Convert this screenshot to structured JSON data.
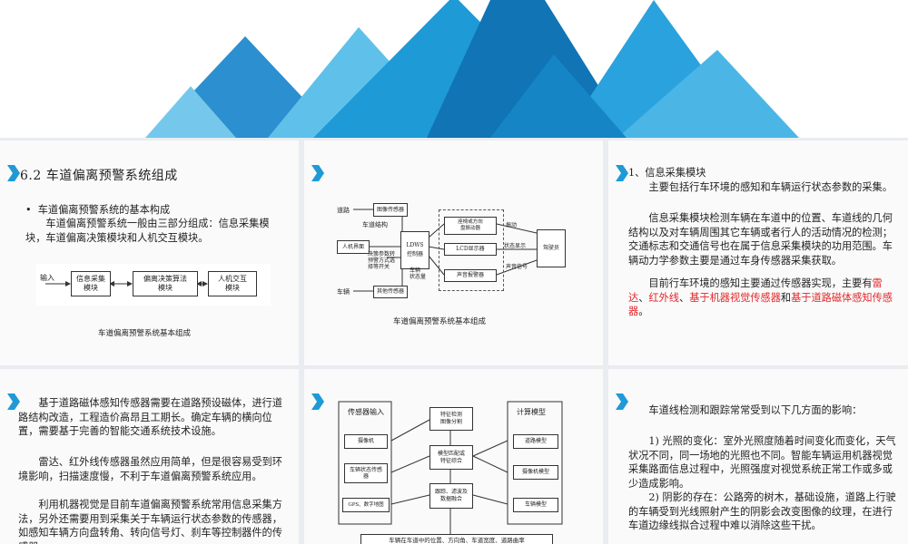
{
  "theme": {
    "accent": "#1e9ad6",
    "accent_dark": "#1074b5",
    "accent_light": "#5fc1ea",
    "highlight": "#e0282c"
  },
  "panel1": {
    "heading": "6.2  车道偏离预警系统组成",
    "bullet": "车道偏离预警系统的基本构成",
    "paragraph": "车道偏离预警系统一般由三部分组成：信息采集模块，车道偏离决策模块和人机交互模块。",
    "diagram": {
      "input_label": "输入",
      "box1": "信息采集\n模块",
      "box2": "偏离决策算法\n模块",
      "box3": "人机交互\n模块"
    },
    "caption": "车道偏离预警系统基本组成"
  },
  "panel2": {
    "diagram": {
      "road": "道路",
      "camera": "图像传感器",
      "lane_structure": "车道结构",
      "hmi": "人机界面",
      "decision_params": "决策参数转\n预警方式选\n择等开关",
      "ldws": "LDWS\n控制器",
      "vehicle_state": "车辆\n状态量",
      "vehicle": "车辆",
      "other_sensors": "其他传感器",
      "steering": "座椅或方向\n盘振动器",
      "lcd": "LCD显示器",
      "buzzer": "声音报警器",
      "vibration": "振动",
      "status": "状态显示",
      "sound": "声音信号",
      "driver": "驾驶员"
    },
    "caption": "车道偏离预警系统基本组成"
  },
  "panel3": {
    "heading": "1、信息采集模块",
    "p1": "主要包括行车环境的感知和车辆运行状态参数的采集。",
    "p2": "信息采集模块检测车辆在车道中的位置、车道线的几何结构以及对车辆周围其它车辆或者行人的活动情况的检测；交通标志和交通信号也在属于信息采集模块的功用范围。车辆动力学参数主要是通过车身传感器采集获取。",
    "p3_start": "目前行车环境的感知主要通过传感器实现，主要有",
    "radar": "雷达",
    "sep1": "、",
    "infrared": "红外线",
    "sep2": "、",
    "vision": "基于机器视觉传感器",
    "and": "和",
    "magnetic": "基于道路磁体感知传感器",
    "end": "。"
  },
  "panel4": {
    "p1": "基于道路磁体感知传感器需要在道路预设磁体，进行道路结构改造，工程造价高昂且工期长。确定车辆的横向位置，需要基于完善的智能交通系统技术设施。",
    "p2": "雷达、红外线传感器虽然应用简单，但是很容易受到环境影响，扫描速度慢，不利于车道偏离预警系统应用。",
    "p3": "利用机器视觉是目前车道偏离预警系统常用信息采集方法，另外还需要用到采集关于车辆运行状态参数的传感器，如感知车辆方向盘转角、转向信号灯、刹车等控制器件的传感器。"
  },
  "panel5": {
    "sensor_input": "传感器输入",
    "camera": "摄像机",
    "vehicle_sensor": "车辆状态传感\n器",
    "gps": "GPS、数字地图",
    "feature": "特征检测\n图像分割",
    "model_match": "模型匹配或\n特征综合",
    "tracking": "跟踪、滤波及\n数据融合",
    "calc_model": "计算模型",
    "road_model": "道路模型",
    "camera_model": "摄像机模型",
    "vehicle_model": "车辆模型",
    "output": "车辆在车道中的位置、方向角、车道宽度、道路曲率"
  },
  "panel6": {
    "p1": "车道线检测和跟踪常常受到以下几方面的影响：",
    "p2": "1) 光照的变化：室外光照度随着时间变化而变化，天气状况不同，同一场地的光照也不同。智能车辆运用机器视觉采集路面信息过程中，光照强度对视觉系统正常工作或多或少造成影响。",
    "p3": "2) 阴影的存在：公路旁的树木，基础设施，道路上行驶的车辆受到光线照射产生的阴影会改变图像的纹理，在进行车道边缘线拟合过程中难以消除这些干扰。"
  }
}
